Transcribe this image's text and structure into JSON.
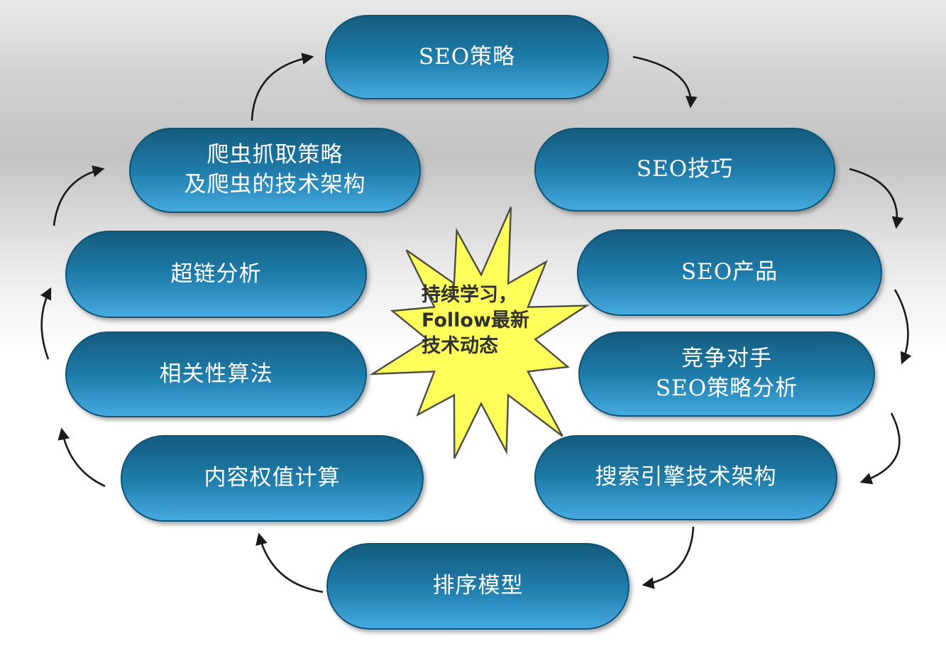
{
  "palette": {
    "node_gradient_top": "#155C7E",
    "node_gradient_mid": "#1E7BA9",
    "node_gradient_bottom": "#45AADF",
    "node_border": "#0E5276",
    "node_text": "#FFFFFF",
    "burst_fill": "#FEFF5A",
    "burst_border": "#4D4D45",
    "burst_text": "#303030",
    "arrow": "#1A1A1A",
    "background_top": "#E8E8E8",
    "background_mid": "#C3C3C3",
    "background_bottom": "#FFFFFF"
  },
  "center_burst": {
    "label": "持续学习，\nFollow最新\n技术动态"
  },
  "nodes": [
    {
      "id": "seo-strategy",
      "label": "SEO策略"
    },
    {
      "id": "seo-tactics",
      "label": "SEO技巧"
    },
    {
      "id": "seo-products",
      "label": "SEO产品"
    },
    {
      "id": "competitor-seo-strategy-analysis",
      "label": "竞争对手\nSEO策略分析"
    },
    {
      "id": "search-engine-tech-architecture",
      "label": "搜索引擎技术架构"
    },
    {
      "id": "ranking-model",
      "label": "排序模型"
    },
    {
      "id": "content-weight-calculation",
      "label": "内容权值计算"
    },
    {
      "id": "relevance-algorithm",
      "label": "相关性算法"
    },
    {
      "id": "hyperlink-analysis",
      "label": "超链分析"
    },
    {
      "id": "crawler-strategy-and-architecture",
      "label": "爬虫抓取策略\n及爬虫的技术架构"
    }
  ]
}
